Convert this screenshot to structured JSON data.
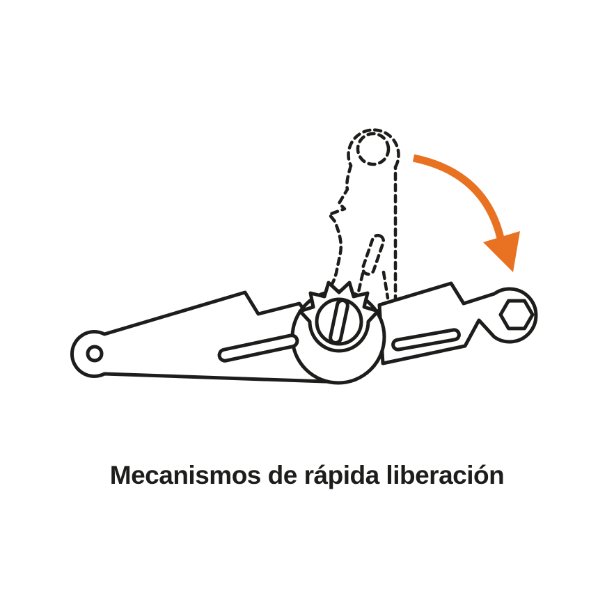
{
  "caption": {
    "text": "Mecanismos de rápida liberación"
  },
  "colors": {
    "background": "#ffffff",
    "line": "#1d1d1b",
    "accent": "#e87222"
  },
  "icons": {
    "rotation_arrow": "curved-arrow-down-right"
  },
  "illustration": {
    "parts": [
      "left-lever-arm",
      "ratchet-gear",
      "right-arm-hex-socket",
      "released-handle-dashed-outline"
    ]
  }
}
